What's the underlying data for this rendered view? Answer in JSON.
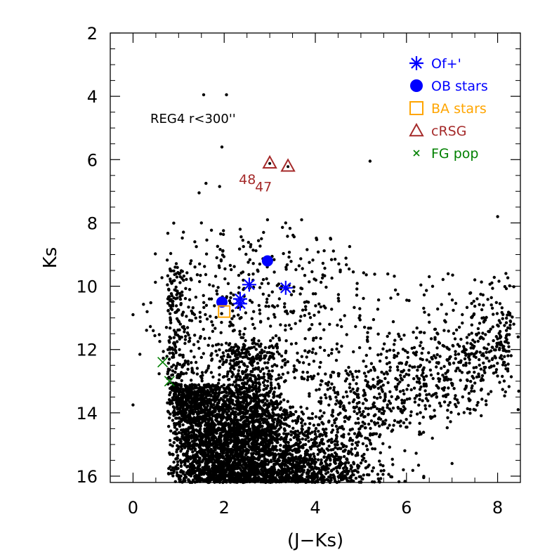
{
  "chart_data": {
    "type": "scatter",
    "xlabel": "(J−Ks)",
    "ylabel": "Ks",
    "xlim": [
      -0.5,
      8.5
    ],
    "ylim": [
      16.2,
      2.0
    ],
    "y_inverted": true,
    "x_ticks": [
      0,
      2,
      4,
      6,
      8
    ],
    "y_ticks": [
      2,
      4,
      6,
      8,
      10,
      12,
      14,
      16
    ],
    "grid": false,
    "annotation": "REG4 r<300''",
    "legend": {
      "placement": "top-right",
      "entries": [
        {
          "label": "Of+'",
          "marker": "asterisk",
          "color": "#0000ff"
        },
        {
          "label": "OB stars",
          "marker": "filled-circle",
          "color": "#0000ff"
        },
        {
          "label": "BA stars",
          "marker": "open-square",
          "color": "#ffa500"
        },
        {
          "label": "cRSG",
          "marker": "open-triangle",
          "color": "#a52a2a"
        },
        {
          "label": "FG pop",
          "marker": "cross",
          "color": "#008000"
        }
      ]
    },
    "series": [
      {
        "name": "Of+'",
        "marker": "asterisk",
        "color": "#0000ff",
        "points": [
          [
            2.55,
            9.95
          ],
          [
            3.35,
            10.05
          ],
          [
            2.35,
            10.4
          ],
          [
            2.35,
            10.55
          ]
        ]
      },
      {
        "name": "OB stars",
        "marker": "filled-circle",
        "color": "#0000ff",
        "points": [
          [
            2.95,
            9.2
          ],
          [
            1.95,
            10.5
          ]
        ]
      },
      {
        "name": "BA stars",
        "marker": "open-square",
        "color": "#ffa500",
        "points": [
          [
            2.0,
            10.8
          ]
        ]
      },
      {
        "name": "cRSG",
        "marker": "open-triangle",
        "color": "#a52a2a",
        "points": [
          [
            3.0,
            6.1
          ],
          [
            3.4,
            6.2
          ]
        ],
        "point_labels": [
          "48",
          "47"
        ]
      },
      {
        "name": "FG pop",
        "marker": "cross",
        "color": "#008000",
        "points": [
          [
            0.65,
            12.4
          ],
          [
            0.8,
            13.0
          ]
        ]
      }
    ],
    "field_stars_notable": [
      [
        1.55,
        3.95
      ],
      [
        2.05,
        3.95
      ],
      [
        1.95,
        5.6
      ],
      [
        1.6,
        6.75
      ],
      [
        1.45,
        7.05
      ],
      [
        1.9,
        6.85
      ],
      [
        2.95,
        7.9
      ],
      [
        3.35,
        8.0
      ],
      [
        3.7,
        7.9
      ],
      [
        5.2,
        6.05
      ],
      [
        8.0,
        7.8
      ],
      [
        1.5,
        8.0
      ],
      [
        2.35,
        8.2
      ],
      [
        0.0,
        10.9
      ],
      [
        0.0,
        13.75
      ],
      [
        0.15,
        12.15
      ],
      [
        7.0,
        15.6
      ],
      [
        6.9,
        12.7
      ],
      [
        8.1,
        12.3
      ],
      [
        8.45,
        11.6
      ],
      [
        8.45,
        13.9
      ],
      [
        7.5,
        9.8
      ],
      [
        6.5,
        9.7
      ]
    ],
    "field_stars_color": "#000000"
  }
}
